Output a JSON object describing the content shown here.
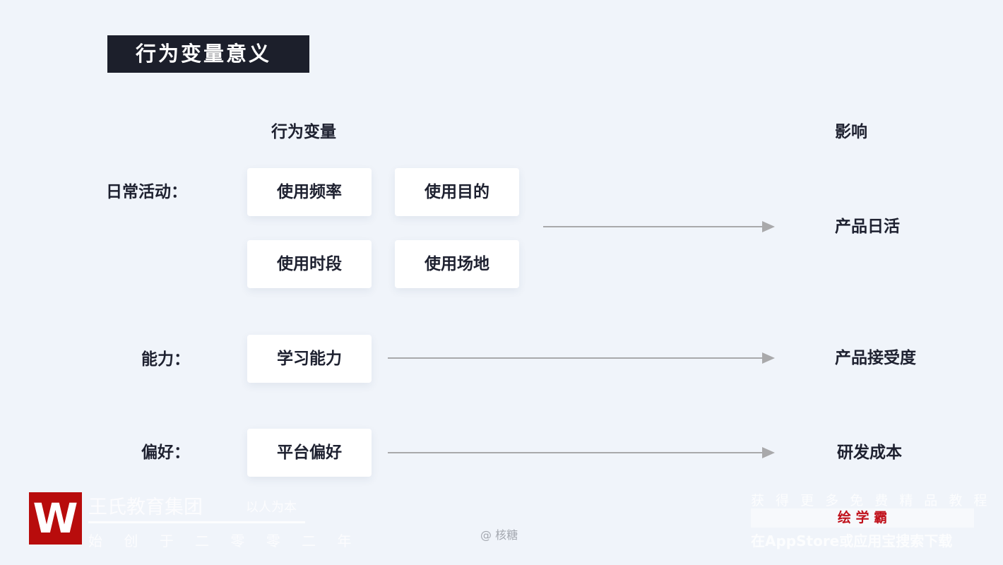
{
  "title": "行为变量意义",
  "headers": {
    "variables": "行为变量",
    "impact": "影响"
  },
  "rows": [
    {
      "label": "日常活动：",
      "cards": [
        "使用频率",
        "使用目的",
        "使用时段",
        "使用场地"
      ],
      "impact": "产品日活"
    },
    {
      "label": "能力：",
      "cards": [
        "学习能力"
      ],
      "impact": "产品接受度"
    },
    {
      "label": "偏好：",
      "cards": [
        "平台偏好"
      ],
      "impact": "研发成本"
    }
  ],
  "watermark": {
    "logo_letter": "W",
    "org": "王氏教育集团",
    "motto": "以人为本",
    "founded": "始 创 于 二 零 零 二 年",
    "author": "@ 核糖",
    "promo_top": "获 得 更 多 免 费 精 品 教 程",
    "brand": "绘 学 霸",
    "promo_bottom": "在AppStore或应用宝搜索下载"
  }
}
